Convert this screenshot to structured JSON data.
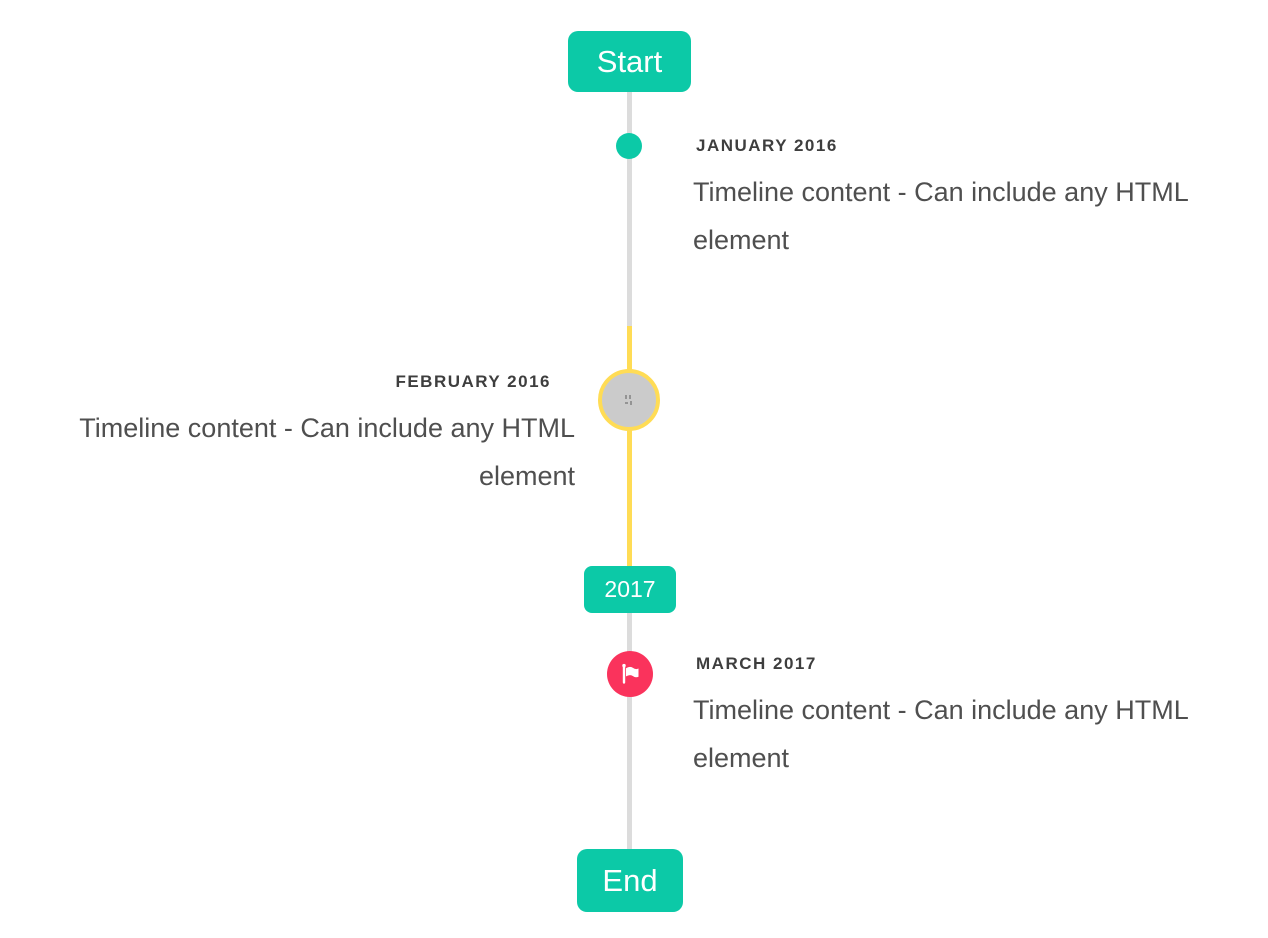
{
  "colors": {
    "accent": "#0cc9a7",
    "warning": "#ffdc55",
    "danger": "#fa335c",
    "line": "#dcdcdc",
    "marker-fill": "#cbcbcb",
    "title-color": "#3e3e3e",
    "body-color": "#4f4f4f",
    "flag-text": "#ffffff"
  },
  "timeline": {
    "start_flag": "Start",
    "year_flag": "2017",
    "end_flag": "End",
    "items": [
      {
        "side": "right",
        "marker": "teal-dot",
        "title": "JANUARY 2016",
        "content": "Timeline content - Can include any HTML element"
      },
      {
        "side": "left",
        "marker": "image-circle-yellow-ring",
        "title": "FEBRUARY 2016",
        "content": "Timeline content - Can include any HTML element"
      },
      {
        "side": "right",
        "marker": "red-flag-circle",
        "title": "MARCH 2017",
        "content": "Timeline content - Can include any HTML element"
      }
    ]
  }
}
